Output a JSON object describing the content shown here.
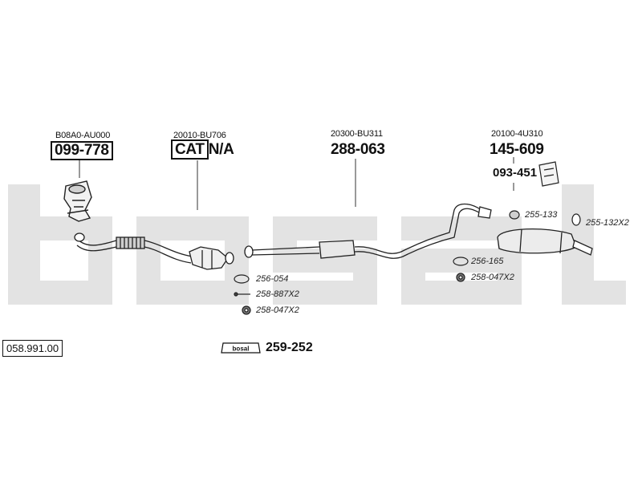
{
  "diagram": {
    "reference": "058.991.00",
    "brand_watermark": "bosal",
    "groups": [
      {
        "id": "manifold",
        "oem": "B08A0-AU000",
        "part": "099-778"
      },
      {
        "id": "catalyst",
        "oem": "20010-BU706",
        "part_a": "CAT",
        "part_b": "N/A"
      },
      {
        "id": "middle",
        "oem": "20300-BU311",
        "part": "288-063"
      },
      {
        "id": "rear",
        "oem": "20100-4U310",
        "part": "145-609",
        "sub_part": "093-451"
      }
    ],
    "fittings": {
      "f1": "256-054",
      "f2": "258-887X2",
      "f3": "258-047X2",
      "f4": "255-133",
      "f5": "255-132X2",
      "f6": "256-165",
      "f7": "258-047X2"
    },
    "kit": {
      "label": "259-252",
      "badge": "bosal"
    }
  }
}
